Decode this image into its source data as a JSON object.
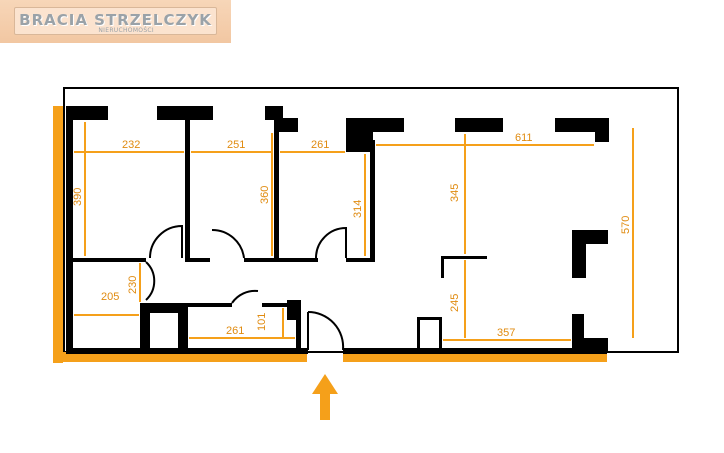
{
  "logo": {
    "brand": "BRACIA STRZELCZYK",
    "subtitle": "NIERUCHOMOŚCI"
  },
  "dimensions": {
    "d232": "232",
    "d251": "251",
    "d261_top": "261",
    "d611": "611",
    "d390": "390",
    "d360": "360",
    "d314": "314",
    "d345": "345",
    "d570": "570",
    "d230": "230",
    "d205": "205",
    "d261_bottom": "261",
    "d101": "101",
    "d245": "245",
    "d357": "357"
  },
  "colors": {
    "wall": "#000000",
    "accent": "#f5a01a",
    "dimension": "#e08b10"
  },
  "icons": {
    "entrance": "entrance-arrow-icon"
  }
}
